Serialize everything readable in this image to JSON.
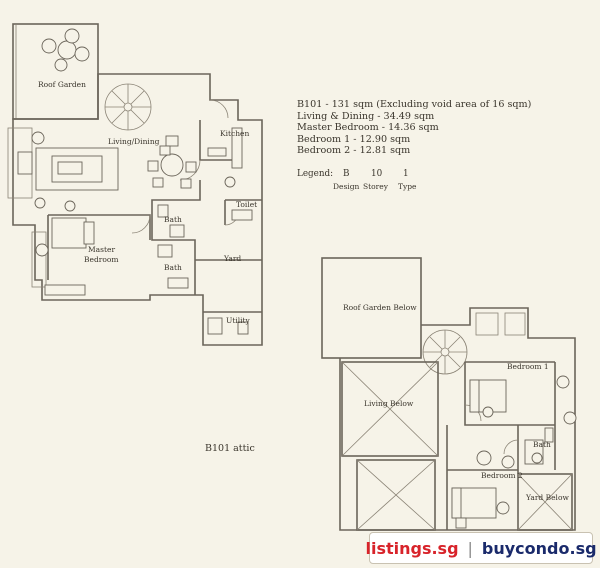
{
  "specs": {
    "total": "B101 - 131 sqm (Excluding void area of 16 sqm)",
    "living_dining": "Living & Dining - 34.49 sqm",
    "master_bedroom": "Master Bedroom - 14.36 sqm",
    "bedroom1": "Bedroom 1 - 12.90 sqm",
    "bedroom2": "Bedroom 2 - 12.81 sqm"
  },
  "legend": {
    "label": "Legend:",
    "values": [
      "B",
      "10",
      "1"
    ],
    "captions": [
      "Design",
      "Storey",
      "Type"
    ]
  },
  "rooms_upper": {
    "roof_garden": "Roof Garden",
    "living_dining": "Living/Dining",
    "kitchen": "Kitchen",
    "toilet": "Toilet",
    "bath_a": "Bath",
    "bath_b": "Bath",
    "yard": "Yard",
    "master_bedroom_1": "Master",
    "master_bedroom_2": "Bedroom",
    "utility": "Utility"
  },
  "rooms_lower": {
    "roof_garden_below": "Roof Garden Below",
    "living_below": "Living Below",
    "bedroom1": "Bedroom 1",
    "bath": "Bath",
    "bedroom2": "Bedroom 2",
    "yard_below": "Yard Below"
  },
  "attic_label": "B101 attic",
  "watermark": {
    "left": "listings.sg",
    "sep": "|",
    "right": "buycondo.sg"
  }
}
